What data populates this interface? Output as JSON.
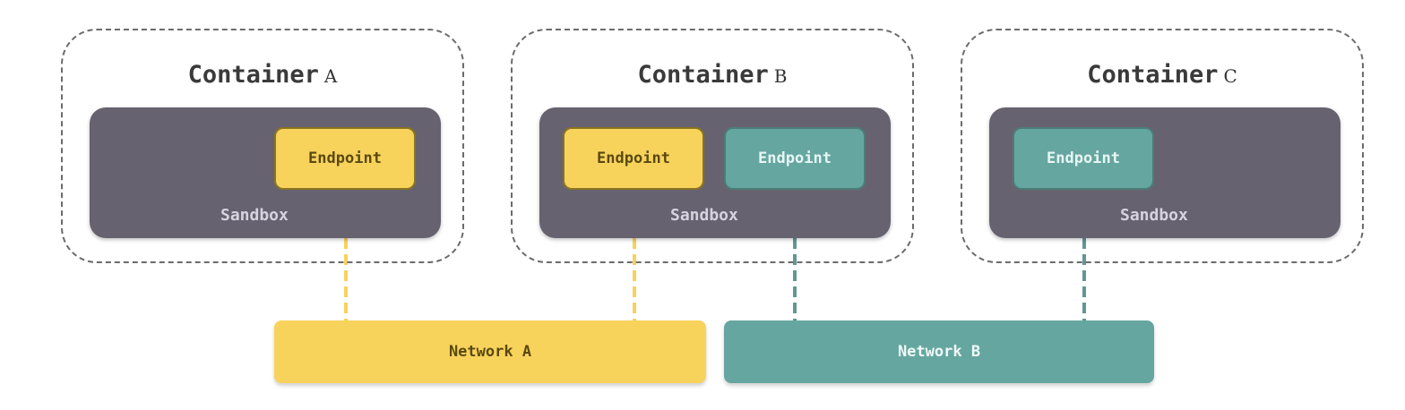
{
  "containers": [
    {
      "title": "Container",
      "suffix": "A",
      "sandbox_label": "Sandbox",
      "endpoints": [
        {
          "label": "Endpoint",
          "network": "A"
        }
      ]
    },
    {
      "title": "Container",
      "suffix": "B",
      "sandbox_label": "Sandbox",
      "endpoints": [
        {
          "label": "Endpoint",
          "network": "A"
        },
        {
          "label": "Endpoint",
          "network": "B"
        }
      ]
    },
    {
      "title": "Container",
      "suffix": "C",
      "sandbox_label": "Sandbox",
      "endpoints": [
        {
          "label": "Endpoint",
          "network": "B"
        }
      ]
    }
  ],
  "networks": [
    {
      "label": "Network A",
      "color": "#f8d35c"
    },
    {
      "label": "Network B",
      "color": "#66a6a0"
    }
  ],
  "colors": {
    "yellow": "#f8d35c",
    "teal": "#66a6a0",
    "sandbox": "#67626f"
  }
}
